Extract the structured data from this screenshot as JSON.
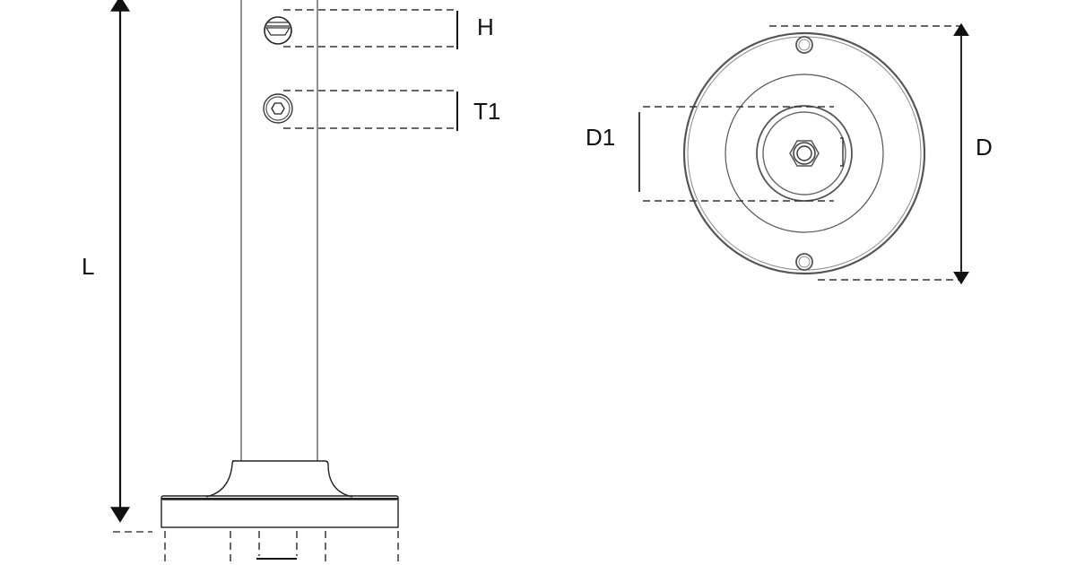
{
  "diagram": {
    "type": "technical-drawing",
    "subject": "stanchion post with base flange",
    "views": [
      {
        "name": "side-view",
        "labels": [
          "L",
          "H",
          "T1"
        ]
      },
      {
        "name": "top-view",
        "labels": [
          "D1",
          "D"
        ]
      }
    ]
  },
  "labels": {
    "length": "L",
    "hole_height": "H",
    "thread": "T1",
    "inner_diameter": "D1",
    "outer_diameter": "D"
  },
  "colors": {
    "line": "#111111",
    "thin_line": "#555555",
    "background": "#ffffff"
  }
}
